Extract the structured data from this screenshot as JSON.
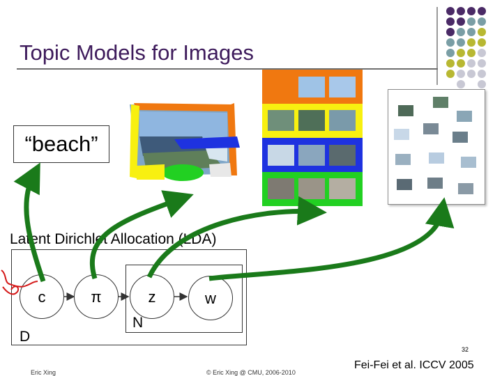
{
  "slide": {
    "title": "Topic Models for Images",
    "slide_number": "32",
    "footer_left": "Eric Xing",
    "footer_center": "© Eric Xing @ CMU, 2006-2010",
    "citation": "Fei-Fei et al. ICCV 2005"
  },
  "diagram": {
    "scene_label": "“beach”",
    "model_label": "Latent Dirichlet Allocation (LDA)",
    "nodes": {
      "c": "c",
      "pi": "π",
      "z": "z",
      "w": "w"
    },
    "plates": {
      "outer": "D",
      "inner": "N"
    }
  },
  "colors": {
    "title_text": "#3d1a5b",
    "arrow_green": "#1a7a1a",
    "dot_purple": "#4a2a66",
    "dot_teal": "#7a9ea5",
    "dot_olive": "#b8b832",
    "dot_grey": "#c8c8d4",
    "band_orange": "#f07810",
    "band_yellow": "#f8f010",
    "band_blue": "#1e32e0",
    "band_green": "#22d022",
    "annotation_red": "#d41818"
  },
  "icons": [
    "decorative-dot-grid",
    "beach-segmented-photo",
    "beach-patch-grid",
    "beach-patch-scatter",
    "hand-drawn-arrow"
  ]
}
